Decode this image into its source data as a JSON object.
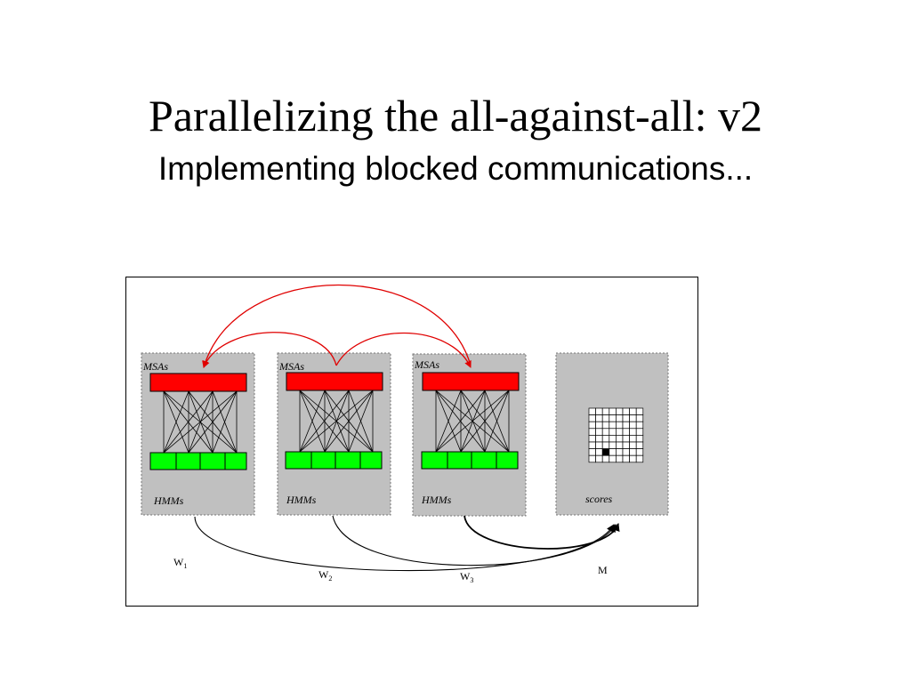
{
  "slide": {
    "title": "Parallelizing the all-against-all: v2",
    "subtitle": "Implementing blocked communications..."
  },
  "diagram": {
    "workers": [
      {
        "msa_label": "MSAs",
        "hmm_label": "HMMs",
        "name": "W",
        "sub": "1"
      },
      {
        "msa_label": "MSAs",
        "hmm_label": "HMMs",
        "name": "W",
        "sub": "2"
      },
      {
        "msa_label": "MSAs",
        "hmm_label": "HMMs",
        "name": "W",
        "sub": "3"
      }
    ],
    "master": {
      "scores_label": "scores",
      "name": "M",
      "grid": {
        "rows": 8,
        "cols": 8,
        "highlight_row": 6,
        "highlight_col": 2
      }
    },
    "colors": {
      "msa_block": "#ff0000",
      "hmm_block": "#00ff00",
      "panel": "#c0c0c0",
      "arrow_red": "#e00000",
      "arrow_black": "#000000"
    }
  }
}
